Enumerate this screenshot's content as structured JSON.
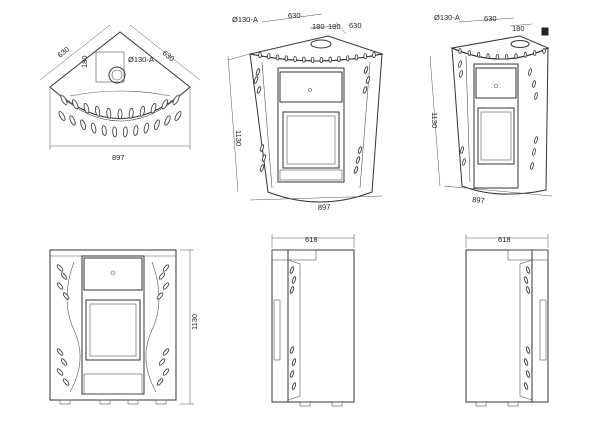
{
  "plan": {
    "width": "897",
    "side_left": "630",
    "side_right": "630",
    "offset": "180",
    "flue": "Ø130-A"
  },
  "perspective": {
    "flue": "Ø130-A",
    "depth": "630",
    "offset_a": "180",
    "offset_b": "180",
    "side": "630",
    "height": "1130",
    "width": "897"
  },
  "perspective2": {
    "flue": "Ø130-A",
    "depth": "630",
    "offset": "180",
    "height": "1130",
    "width": "897"
  },
  "front": {
    "height": "1130"
  },
  "side_a": {
    "depth": "618"
  },
  "side_b": {
    "depth": "618"
  }
}
